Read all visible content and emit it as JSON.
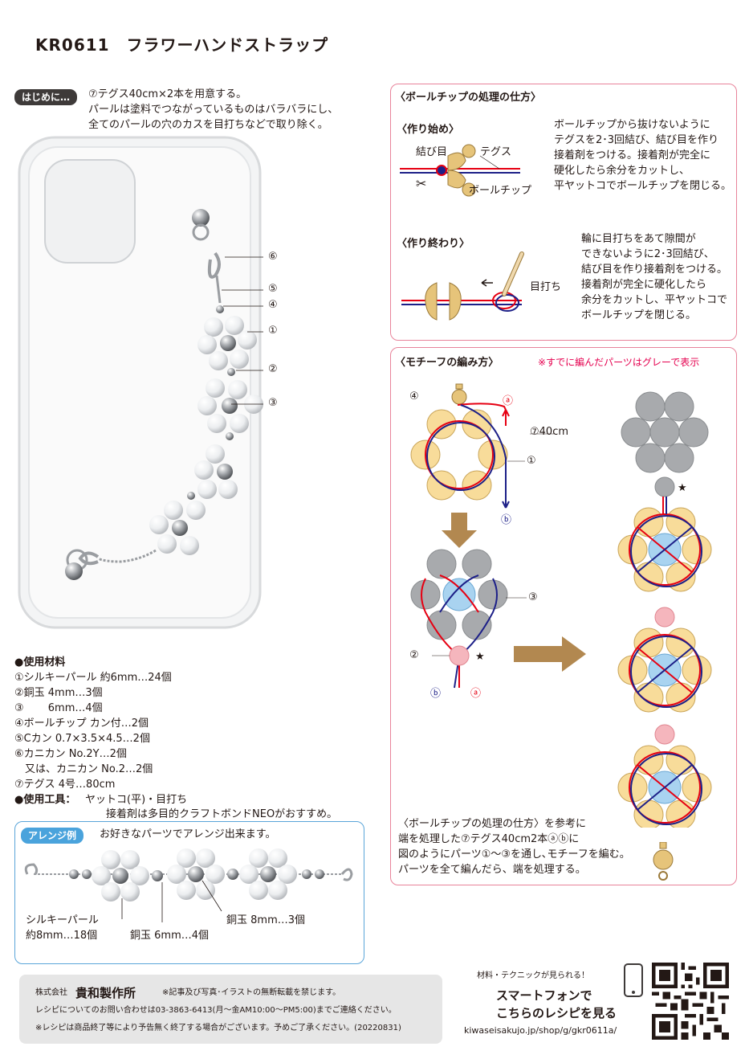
{
  "title": "KR0611　フラワーハンドストラップ",
  "intro": {
    "tag": "はじめに…",
    "lines": [
      "⑦テグス40cm×2本を用意する。",
      "パールは塗料でつながっているものはバラバラにし、",
      "全てのパールの穴のカスを目打ちなどで取り除く。"
    ]
  },
  "photo_labels": [
    "⑥",
    "⑤",
    "④",
    "①",
    "②",
    "③"
  ],
  "materials": {
    "heading": "●使用材料",
    "items": [
      "①シルキーパール 約6mm…24個",
      "②銅玉 4mm…3個",
      "③　　 6mm…4個",
      "④ボールチップ カン付…2個",
      "⑤Cカン 0.7×3.5×4.5…2個",
      "⑥カニカン No.2Y…2個",
      "　又は、カニカン No.2…2個",
      "⑦テグス 4号…80cm"
    ],
    "tools_label": "●使用工具：",
    "tools": "ヤットコ(平)・目打ち",
    "tools_note": "接着剤は多目的クラフトボンドNEOがおすすめ。"
  },
  "arrange": {
    "tag": "アレンジ例",
    "text": "お好きなパーツでアレンジ出来ます。",
    "label_pearl_1": "シルキーパール",
    "label_pearl_2": "約8mm…18個",
    "label_copper6": "銅玉 6mm…4個",
    "label_copper8": "銅玉 8mm…3個"
  },
  "ballchip": {
    "heading": "〈ボールチップの処理の仕方〉",
    "start": {
      "heading": "〈作り始め〉",
      "label_knot": "結び目",
      "label_tegus": "テグス",
      "label_chip": "ボールチップ",
      "lines": [
        "ボールチップから抜けないように",
        "テグスを2･3回結び、結び目を作り",
        "接着剤をつける。接着剤が完全に",
        "硬化したら余分をカットし、",
        "平ヤットコでボールチップを閉じる。"
      ]
    },
    "end": {
      "heading": "〈作り終わり〉",
      "label_awl": "目打ち",
      "lines": [
        "輪に目打ちをあて隙間が",
        "できないように2･3回結び、",
        "結び目を作り接着剤をつける。",
        "接着剤が完全に硬化したら",
        "余分をカットし、平ヤットコで",
        "ボールチップを閉じる。"
      ]
    }
  },
  "motif": {
    "heading": "〈モチーフの編み方〉",
    "note": "※すでに編んだパーツはグレーで表示",
    "labels": {
      "l4": "④",
      "l7": "⑦40cm",
      "l1": "①",
      "l3": "③",
      "l2": "②",
      "a": "ⓐ",
      "b": "ⓑ",
      "star": "★"
    },
    "instructions": [
      "〈ボールチップの処理の仕方〉を参考に",
      "端を処理した⑦テグス40cm2本ⓐⓑに",
      "図のようにパーツ①～③を通し､モチーフを編む。",
      "パーツを全て編んだら、端を処理する。"
    ]
  },
  "footer": {
    "company_prefix": "株式会社",
    "company": "貴和製作所",
    "notice": "※記事及び写真･イラストの無断転載を禁じます。",
    "contact": "レシピについてのお問い合わせは03-3863-6413(月〜金AM10:00〜PM5:00)までご連絡ください。",
    "end_notice": "※レシピは商品終了等により予告無く終了する場合がございます。予めご了承ください。(20220831)"
  },
  "smartphone": {
    "small": "材料・テクニックが見られる！",
    "line1": "スマートフォンで",
    "line2": "こちらのレシピを見る",
    "url": "kiwaseisakujo.jp/shop/g/gkr0611a/"
  },
  "colors": {
    "pink_border": "#e8839a",
    "blue_border": "#5aa5d9",
    "pearl_yellow": "#f8dc9a",
    "bead_gray": "#a8aaad",
    "bead_blue": "#a9d3f0",
    "bead_pink": "#f5b6bd",
    "line_red": "#e60012",
    "line_navy": "#1d2088",
    "arrow_brown": "#b28850",
    "note_pink": "#e5004f"
  }
}
